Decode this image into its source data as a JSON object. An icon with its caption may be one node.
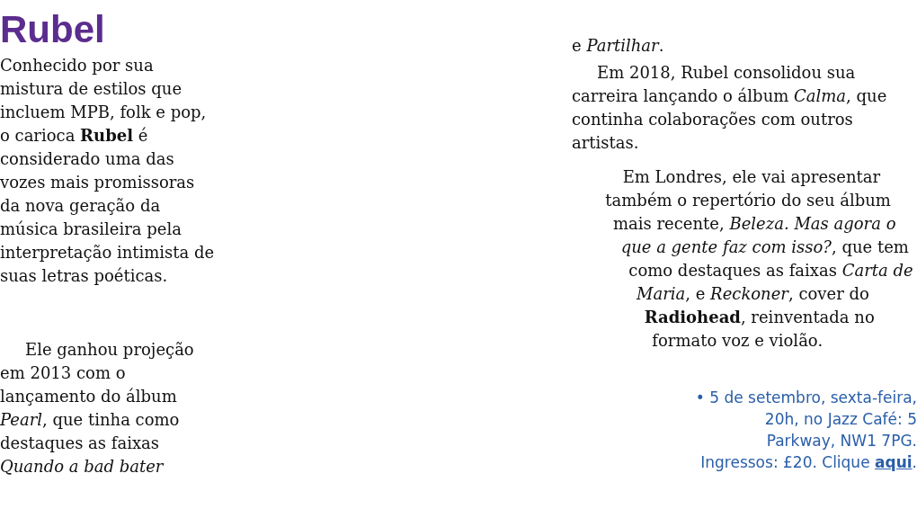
{
  "diagram": {
    "title": "Rubel",
    "labels": [
      "Conhecido por sua mistura de estilos que incluem MPB, folk e pop, o carioca **Rubel** é considerado uma das vozes mais promissoras da nova geração da música brasileira pela interpretação intimista de suas letras poéticas.",
      "Ele ganhou projeção em 2013 com o lançamento do álbum *Pearl*, que tinha como destaques as faixas *Quando a bad bater*",
      "e *Partilhar*.",
      "Em 2018, Rubel consolidou sua carreira lançando o álbum *Calma*, que continha colaborações com outros artistas.",
      "Em Londres, ele vai apresentar também o repertório do seu álbum mais recente, *Beleza. Mas agora o que a gente faz com isso?*, que tem como destaques as faixas *Carta de Maria*, e *Reckoner*, cover do **Radiohead**, reinventada no formato voz e violão.",
      "• 5 de setembro, sexta-feira, 20h, no Jazz Café: 5 Parkway, NW1 7PG. Ingressos: £20. Clique **aqui**."
    ]
  }
}
